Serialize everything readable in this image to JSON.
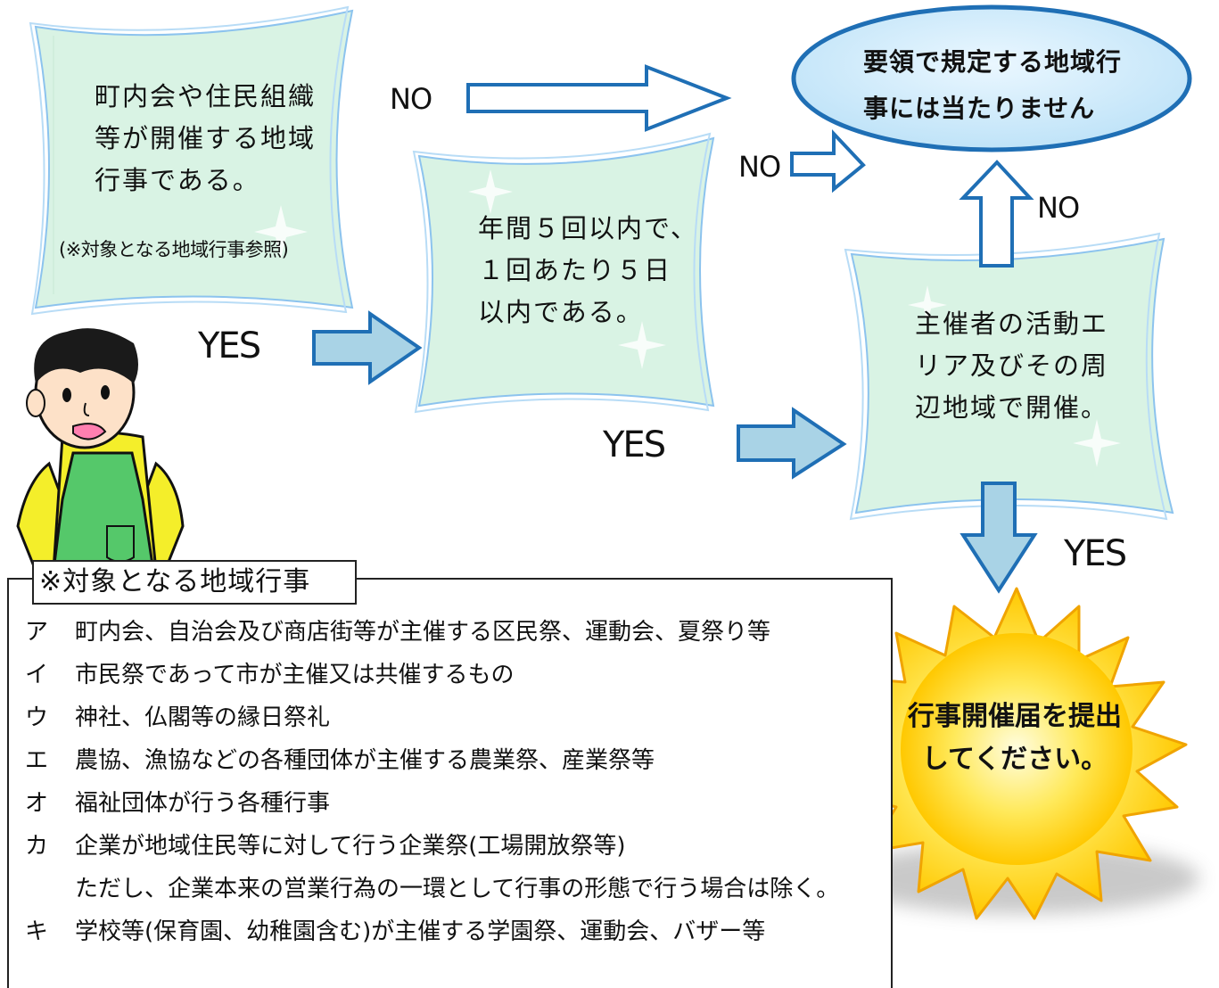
{
  "box1": {
    "text": "町内会や住民組織\n等が開催する地域\n行事である。",
    "note": "(※対象となる地域行事参照)"
  },
  "box2": {
    "text": "年間５回以内で、\n１回あたり５日\n以内である。"
  },
  "box3": {
    "text": "主催者の活動エ\nリア及びその周\n辺地域で開催。"
  },
  "result_no": "要領で規定する地域行\n事には当たりません",
  "result_yes": "行事開催届を提出\nしてください。",
  "labels": {
    "no": "NO",
    "yes": "YES"
  },
  "list": {
    "title": "※対象となる地域行事",
    "items": [
      {
        "mark": "ア",
        "text": "町内会、自治会及び商店街等が主催する区民祭、運動会、夏祭り等"
      },
      {
        "mark": "イ",
        "text": "市民祭であって市が主催又は共催するもの"
      },
      {
        "mark": "ウ",
        "text": "神社、仏閣等の縁日祭礼"
      },
      {
        "mark": "エ",
        "text": "農協、漁協などの各種団体が主催する農業祭、産業祭等"
      },
      {
        "mark": "オ",
        "text": "福祉団体が行う各種行事"
      },
      {
        "mark": "カ",
        "text": "企業が地域住民等に対して行う企業祭(工場開放祭等)"
      },
      {
        "mark": "",
        "text": "ただし、企業本来の営業行為の一環として行事の形態で行う場合は除く。"
      },
      {
        "mark": "キ",
        "text": "学校等(保育園、幼稚園含む)が主催する学園祭、運動会、バザー等"
      }
    ]
  },
  "colors": {
    "box_fill": "#d9f3e4",
    "box_stroke": "#7fb6e6",
    "arrow_blue": "#a9d3e6",
    "arrow_stroke": "#1f6fb5",
    "oval": "#cfe9f9",
    "sun": "#ffd21a"
  }
}
